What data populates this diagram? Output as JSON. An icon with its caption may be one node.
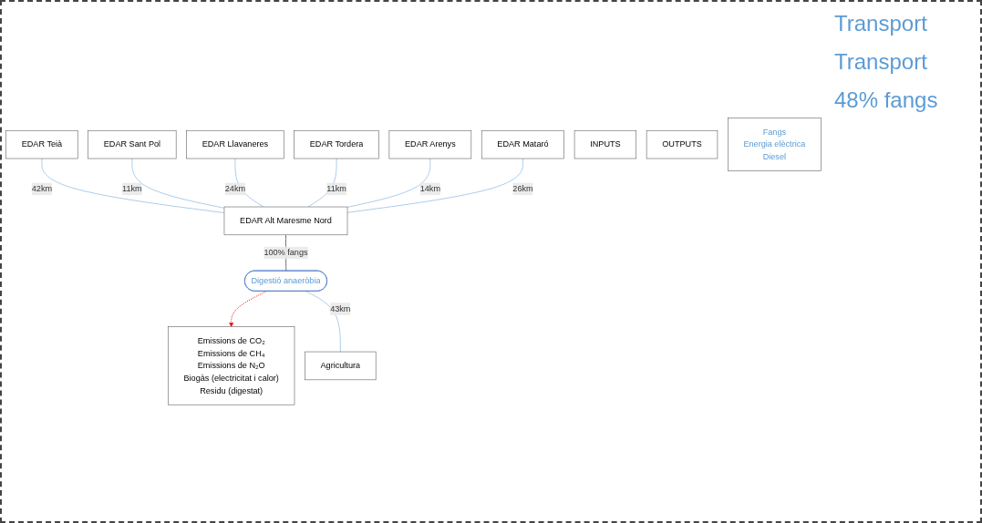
{
  "diagram": {
    "nodes": [
      {
        "text": [
          "EDAR Teià"
        ]
      },
      {
        "text": [
          "EDAR Sant Pol"
        ]
      },
      {
        "text": [
          "EDAR Llavaneres"
        ]
      },
      {
        "text": [
          "EDAR Tordera"
        ]
      },
      {
        "text": [
          "EDAR Arenys"
        ]
      },
      {
        "text": [
          "EDAR Mataró"
        ]
      },
      {
        "text": [
          "EDAR Alt Maresme Nord"
        ]
      },
      {
        "text": [
          "INPUTS"
        ]
      },
      {
        "text": [
          "OUTPUTS"
        ]
      },
      {
        "text": [
          "Fangs",
          "Energia elèctrica",
          "Diesel"
        ]
      },
      {
        "text": [
          "Digestió anaeròbia"
        ]
      },
      {
        "text": [
          "Emissions de CO₂",
          "Emissions de CH₄",
          "Emissions de N₂O",
          "Biogàs (electricitat i calor)",
          "Residu (digestat)"
        ]
      },
      {
        "text": [
          "Agricultura"
        ]
      }
    ],
    "edges": [
      {
        "from": 0,
        "to": 6,
        "arrow": "none",
        "label": "42km"
      },
      {
        "from": 1,
        "to": 6,
        "arrow": "none",
        "label": "11km"
      },
      {
        "from": 2,
        "to": 6,
        "arrow": "none",
        "label": "24km"
      },
      {
        "from": 3,
        "to": 6,
        "arrow": "none",
        "label": "11km"
      },
      {
        "from": 4,
        "to": 6,
        "arrow": "none",
        "label": "14km"
      },
      {
        "from": 5,
        "to": 6,
        "arrow": "none",
        "label": "26km"
      },
      {
        "from": 6,
        "to": 10,
        "arrow": "none",
        "label": "100% fangs",
        "color": "#595959"
      },
      {
        "from": 10,
        "to": 11,
        "arrow": "to",
        "style": "dashed",
        "color": "#ff0000"
      },
      {
        "from": 10,
        "to": 12,
        "arrow": "none",
        "label": "43km"
      }
    ],
    "labels": [
      "Transport",
      "Transport",
      "48% fangs"
    ]
  }
}
